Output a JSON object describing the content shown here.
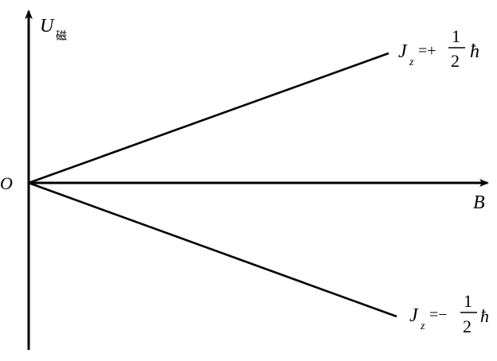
{
  "figure": {
    "origin_label": "O",
    "y_axis": {
      "symbol": "U",
      "subscript": "磁"
    },
    "x_axis": {
      "symbol": "B"
    },
    "upper_line": {
      "label_symbol": "J",
      "label_subscript": "z",
      "label_relation": "=+",
      "fraction_numerator": "1",
      "fraction_denominator": "2",
      "label_constant": "ħ",
      "slope_sign": "+"
    },
    "lower_line": {
      "label_symbol": "J",
      "label_subscript": "z",
      "label_relation": "=−",
      "fraction_numerator": "1",
      "fraction_denominator": "2",
      "label_constant": "ħ",
      "slope_sign": "-"
    },
    "line_color": "#000000"
  }
}
